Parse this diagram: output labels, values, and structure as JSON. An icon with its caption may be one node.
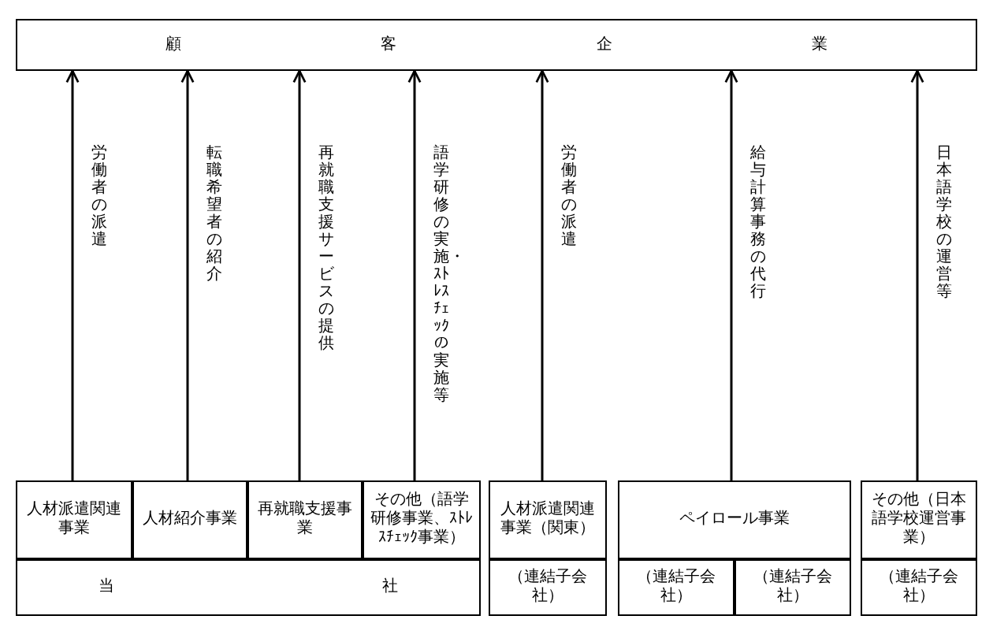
{
  "diagram": {
    "nodes": [
      {
        "text": [
          "顧客企業"
        ]
      },
      {
        "text": [
          "人材派遣関連事業"
        ]
      },
      {
        "text": [
          "人材紹介事業"
        ]
      },
      {
        "text": [
          "再就職支援事業"
        ]
      },
      {
        "text": [
          "その他（語学研修事業、ｽﾄﾚｽﾁｪｯｸ事業）"
        ]
      },
      {
        "text": [
          "当社"
        ]
      },
      {
        "text": [
          "人材派遣関連事業（関東）"
        ]
      },
      {
        "text": [
          "（連結子会社）"
        ]
      },
      {
        "text": [
          "ペイロール事業"
        ]
      },
      {
        "text": [
          "（連結子会社）"
        ]
      },
      {
        "text": [
          "（連結子会社）"
        ]
      },
      {
        "text": [
          "その他（日本語学校運営事業）"
        ]
      },
      {
        "text": [
          "（連結子会社）"
        ]
      }
    ],
    "edges": [
      {
        "from": 1,
        "to": 0,
        "arrow": "to",
        "label": "労働者の派遣"
      },
      {
        "from": 2,
        "to": 0,
        "arrow": "to",
        "label": "転職希望者の紹介"
      },
      {
        "from": 3,
        "to": 0,
        "arrow": "to",
        "label": "再就職支援サービスの提供"
      },
      {
        "from": 4,
        "to": 0,
        "arrow": "to",
        "label": "語学研修の実施・ｽﾄﾚｽﾁｪｯｸの実施等"
      },
      {
        "from": 6,
        "to": 0,
        "arrow": "to",
        "label": "労働者の派遣"
      },
      {
        "from": 8,
        "to": 0,
        "arrow": "to",
        "label": "給与計算事務の代行"
      },
      {
        "from": 11,
        "to": 0,
        "arrow": "to",
        "label": "日本語学校の運営等"
      }
    ]
  }
}
